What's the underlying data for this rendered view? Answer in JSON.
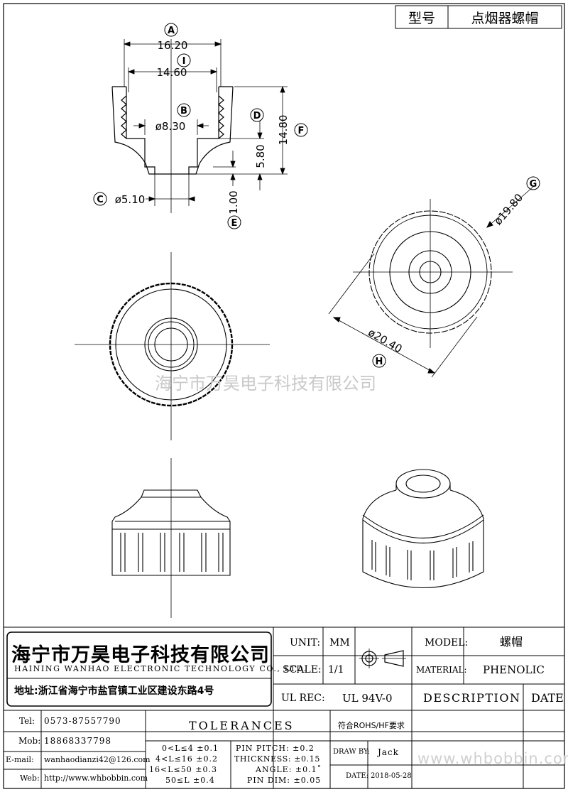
{
  "header": {
    "model_label": "型号",
    "model_value": "点烟器螺帽"
  },
  "dimensions": {
    "A": {
      "letter": "A",
      "value": "16.20"
    },
    "I": {
      "letter": "I",
      "value": "14.60"
    },
    "B": {
      "letter": "B",
      "value": "ø8.30"
    },
    "C": {
      "letter": "C",
      "value": "ø5.10"
    },
    "D": {
      "letter": "D",
      "value": "5.80"
    },
    "E": {
      "letter": "E",
      "value": "1.00"
    },
    "F": {
      "letter": "F",
      "value": "14.80"
    },
    "G": {
      "letter": "G",
      "value": "ø19.80"
    },
    "H": {
      "letter": "H",
      "value": "ø20.40"
    }
  },
  "watermark": "海宁市万昊电子科技有限公司",
  "title_block": {
    "company_cn": "海宁市万昊电子科技有限公司",
    "company_en": "HAINING WANHAO ELECTRONIC TECHNOLOGY CO., LTD.",
    "address": "地址:浙江省海宁市盐官镇工业区建设东路4号",
    "unit_label": "UNIT:",
    "unit_value": "MM",
    "scale_label": "SCALE:",
    "scale_value": "1/1",
    "ul_label": "UL REC:",
    "ul_value": "UL 94V-0",
    "model_label": "MODEL:",
    "model_value": "螺帽",
    "material_label": "MATERIAL:",
    "material_value": "PHENOLIC",
    "description_label": "DESCRIPTION",
    "date_label": "DATE",
    "tel_label": "Tel:",
    "tel_value": "0573-87557790",
    "mob_label": "Mob:",
    "mob_value": "18868337798",
    "email_label": "E-mail:",
    "email_value": "wanhaodianzi42@126.com",
    "web_label": "Web:",
    "web_value": "http://www.whbobbin.com",
    "tolerances_label": "TOLERANCES",
    "rohs": "符合ROHS/HF要求",
    "tol_1": "0<L≤4 ±0.1",
    "tol_2": "4<L≤16 ±0.2",
    "tol_3": "16<L≤50 ±0.3",
    "tol_4": "50≤L ±0.4",
    "pitch": "PIN PITCH: ±0.2",
    "thickness": "THICKNESS: ±0.15",
    "angle": "ANGLE: ±0.1˚",
    "pin_dim": "PIN DIM: ±0.05",
    "draw_label": "DRAW BY:",
    "draw_value": "Jack",
    "date_row_label": "DATE:",
    "date_value": "2018-05-28",
    "site_watermark": "www.whbobbin.com"
  },
  "colors": {
    "line": "#000000",
    "watermark": "#c9c9c9"
  }
}
